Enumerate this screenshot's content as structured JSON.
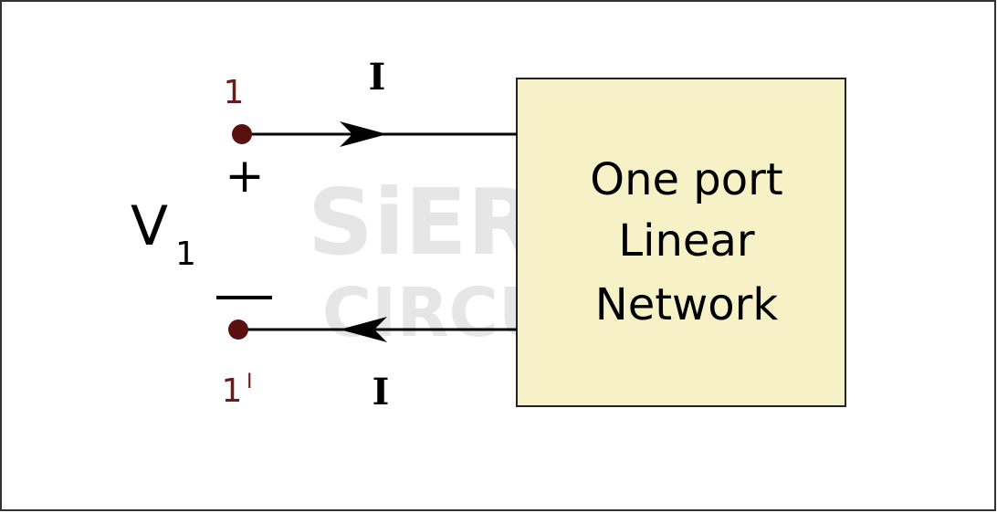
{
  "diagram": {
    "network_label_lines": [
      "One port",
      "Linear",
      "Network"
    ],
    "terminal_top_label": "1",
    "terminal_bottom_label": "1",
    "terminal_bottom_prime": "I",
    "plus_sign": "+",
    "voltage_label": "V",
    "voltage_subscript": "1",
    "current_top_label": "I",
    "current_bottom_label": "I",
    "watermark_line1": "SiERRA",
    "watermark_line2": "CIRCUITS",
    "colors": {
      "box_fill": "#f6f1c6",
      "terminal": "#5a1010",
      "terminal_label": "#6b1a1a",
      "wire": "#000000",
      "watermark": "#e6e6e6"
    }
  }
}
